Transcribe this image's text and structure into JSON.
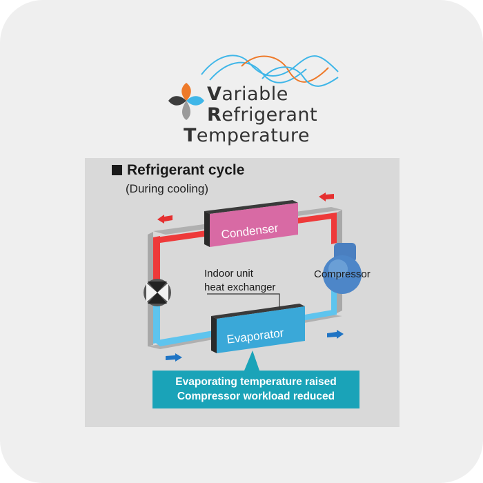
{
  "logo": {
    "lines": [
      {
        "initial": "V",
        "rest": "ariable"
      },
      {
        "initial": "R",
        "rest": "efrigerant"
      },
      {
        "initial": "T",
        "rest": "emperature"
      }
    ],
    "colors": {
      "orange": "#ee7a2a",
      "blue": "#3fb6e8",
      "dark": "#3c3c3c",
      "gray": "#9a9a9a"
    }
  },
  "diagram": {
    "title": "Refrigerant cycle",
    "subtitle": "(During cooling)",
    "condenser": "Condenser",
    "evaporator": "Evaporator",
    "compressor": "Compressor",
    "indoor_unit_line1": "Indoor unit",
    "indoor_unit_line2": "heat exchanger",
    "callout_line1": "Evaporating temperature raised",
    "callout_line2": "Compressor workload reduced",
    "colors": {
      "hot": "#ee3a3a",
      "cold": "#5ec4ee",
      "condenser": "#d86aa4",
      "evaporator": "#3aa8d8",
      "callout": "#1aa3b8",
      "arrow_hot": "#e53030",
      "arrow_cold": "#1f74c4"
    }
  }
}
